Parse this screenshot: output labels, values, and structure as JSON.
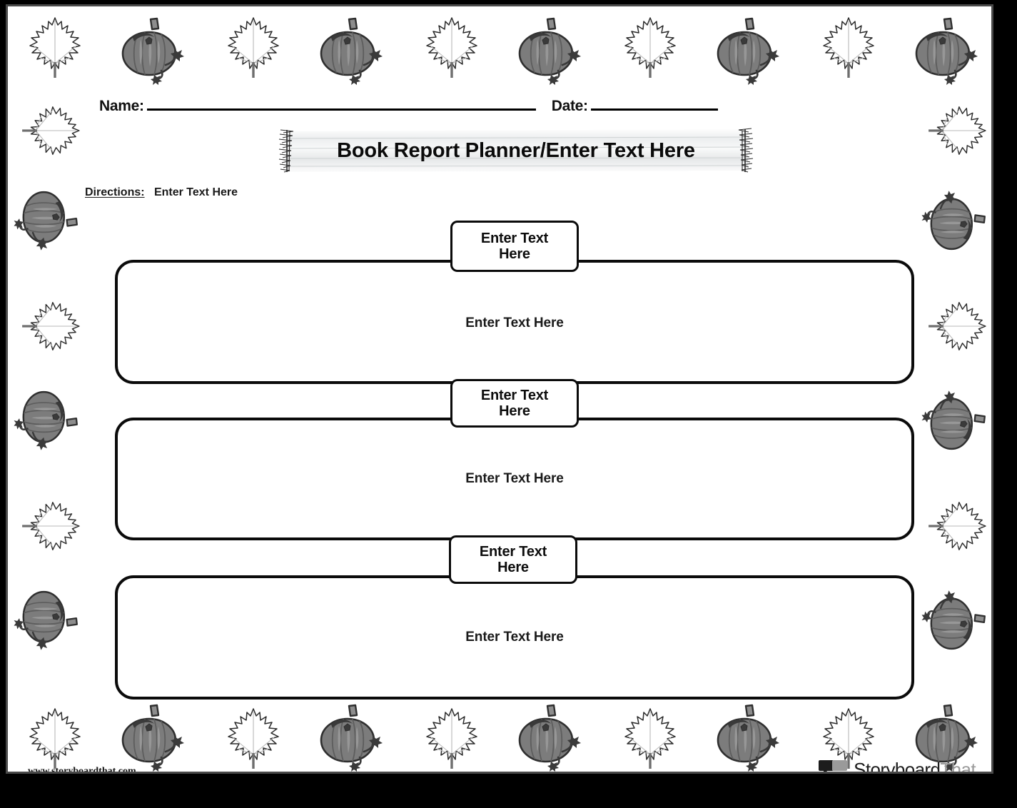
{
  "document": {
    "type": "worksheet",
    "theme": "autumn-pumpkins-and-maple-leaves",
    "title": "Book Report Planner/Enter Text Here"
  },
  "header": {
    "name_label": "Name:",
    "date_label": "Date:",
    "name_value": "",
    "date_value": ""
  },
  "banner": {
    "title": "Book Report Planner/Enter Text Here"
  },
  "directions": {
    "label": "Directions:",
    "text": "Enter Text Here"
  },
  "sections": [
    {
      "label_line_1": "Enter Text",
      "label_line_2": "Here",
      "body_text": "Enter Text Here"
    },
    {
      "label_line_1": "Enter Text",
      "label_line_2": "Here",
      "body_text": "Enter Text Here"
    },
    {
      "label_line_1": "Enter Text",
      "label_line_2": "Here",
      "body_text": "Enter Text Here"
    }
  ],
  "footer": {
    "url": "www.storyboardthat.com",
    "logo_text_primary": "Storyboard",
    "logo_text_secondary": "That"
  },
  "decor": {
    "pumpkin_icon": "pumpkin-icon",
    "leaf_icon": "maple-leaf-icon",
    "pumpkin_body_color": "#7c7c7c",
    "pumpkin_outline_color": "#2f2f2f",
    "leaf_outline_color": "#2b2b2b",
    "leaf_vein_color": "#b9b9b9",
    "frame_color": "#4a4a4a"
  }
}
